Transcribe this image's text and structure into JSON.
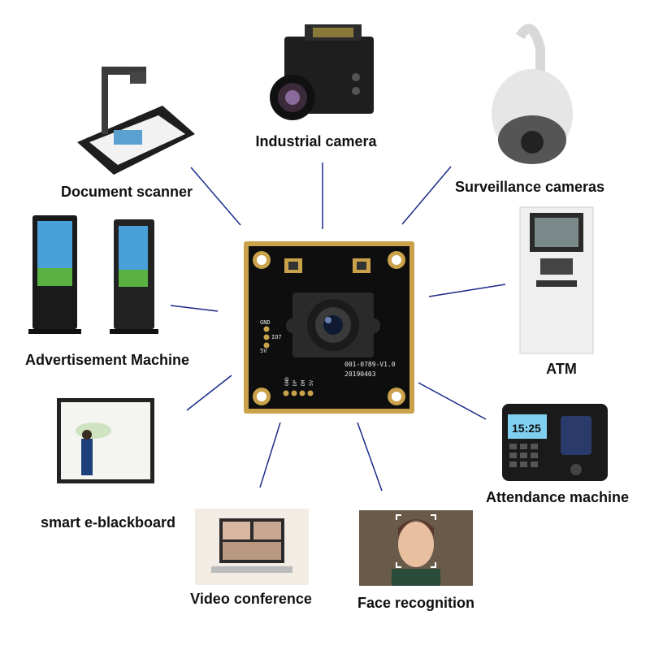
{
  "board": {
    "part_number": "001-0789-V1.0",
    "date_code": "20190403",
    "pins_left": [
      "GND",
      "IO7",
      "5V"
    ],
    "pins_bottom": [
      "GND",
      "DP",
      "DM",
      "5V"
    ]
  },
  "applications": [
    {
      "id": "industrial-camera",
      "label": "Industrial camera",
      "icon": "industrial-camera-icon"
    },
    {
      "id": "surveillance-cameras",
      "label": "Surveillance cameras",
      "icon": "dome-camera-icon"
    },
    {
      "id": "document-scanner",
      "label": "Document scanner",
      "icon": "document-scanner-icon"
    },
    {
      "id": "atm",
      "label": "ATM",
      "icon": "atm-icon"
    },
    {
      "id": "advertisement-machine",
      "label": "Advertisement Machine",
      "icon": "kiosk-icon"
    },
    {
      "id": "attendance-machine",
      "label": "Attendance machine",
      "icon": "fingerprint-terminal-icon"
    },
    {
      "id": "smart-e-blackboard",
      "label": "smart e-blackboard",
      "icon": "whiteboard-icon"
    },
    {
      "id": "video-conference",
      "label": "Video conference",
      "icon": "laptop-video-icon"
    },
    {
      "id": "face-recognition",
      "label": "Face recognition",
      "icon": "face-recognition-icon"
    }
  ],
  "colors": {
    "connector_line": "#1a2a8a",
    "pcb_black": "#0e0e0e",
    "pcb_gold": "#c9a24a"
  }
}
